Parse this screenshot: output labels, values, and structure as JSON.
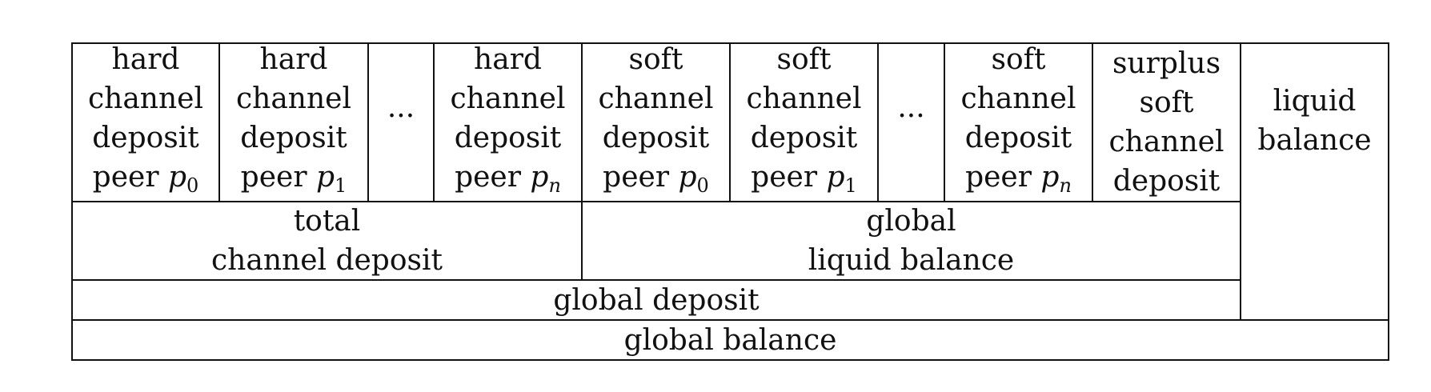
{
  "header_cells": [
    {
      "lines": [
        "hard",
        "channel",
        "deposit"
      ],
      "peer_word": "peer",
      "symbol": "p",
      "sub": "0"
    },
    {
      "lines": [
        "hard",
        "channel",
        "deposit"
      ],
      "peer_word": "peer",
      "symbol": "p",
      "sub": "1"
    },
    {
      "ellipsis": "···"
    },
    {
      "lines": [
        "hard",
        "channel",
        "deposit"
      ],
      "peer_word": "peer",
      "symbol": "p",
      "sub": "n"
    },
    {
      "lines": [
        "soft",
        "channel",
        "deposit"
      ],
      "peer_word": "peer",
      "symbol": "p",
      "sub": "0"
    },
    {
      "lines": [
        "soft",
        "channel",
        "deposit"
      ],
      "peer_word": "peer",
      "symbol": "p",
      "sub": "1"
    },
    {
      "ellipsis": "···"
    },
    {
      "lines": [
        "soft",
        "channel",
        "deposit"
      ],
      "peer_word": "peer",
      "symbol": "p",
      "sub": "n"
    },
    {
      "lines": [
        "surplus",
        "soft",
        "channel",
        "deposit"
      ]
    }
  ],
  "liquid_balance": [
    "liquid",
    "balance"
  ],
  "total_channel_deposit": [
    "total",
    "channel deposit"
  ],
  "global_liquid_balance": [
    "global",
    "liquid balance"
  ],
  "global_deposit": "global deposit",
  "global_balance": "global balance"
}
